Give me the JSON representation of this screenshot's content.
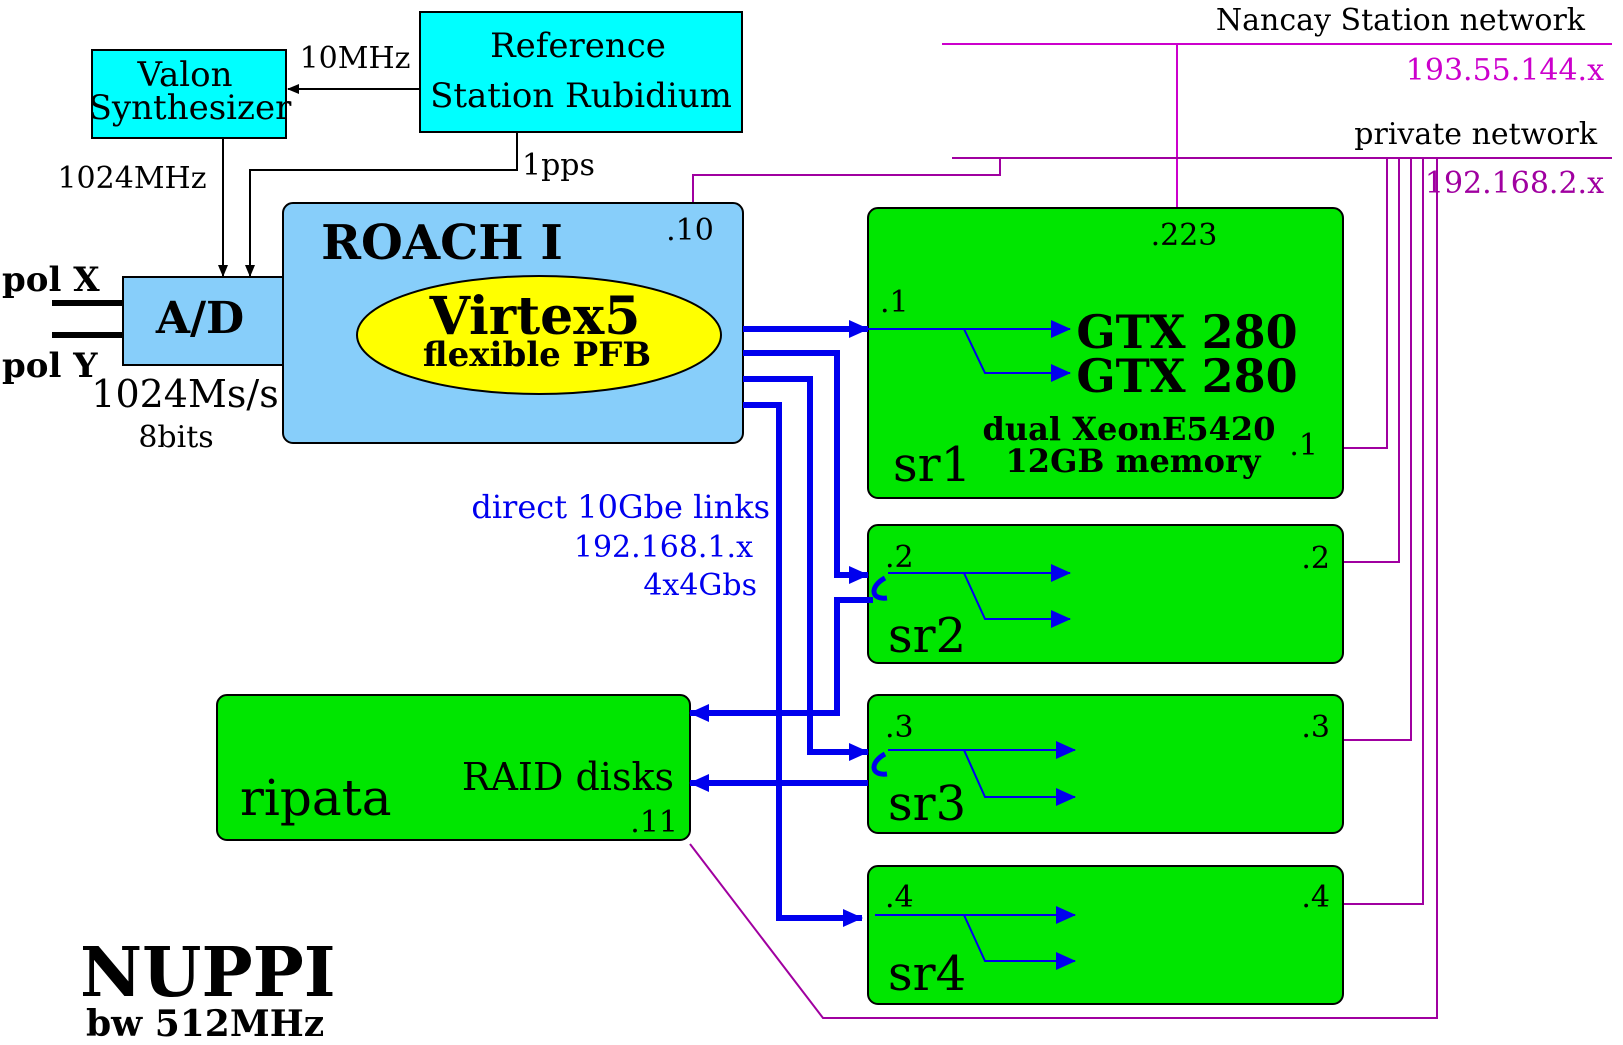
{
  "colors": {
    "cyan": "#00ffff",
    "lightblue": "#87cefa",
    "green": "#00e600",
    "yellow": "#ffff00",
    "blue_link": "#0000ee",
    "station_net": "#cc00cc",
    "private_net": "#a000a0"
  },
  "reference": {
    "line1": "Reference",
    "line2": "Station Rubidium"
  },
  "valon": {
    "line1": "Valon",
    "line2": "Synthesizer"
  },
  "signals": {
    "ten_mhz": "10MHz",
    "pps": "1pps",
    "clock": "1024MHz"
  },
  "adc": {
    "label": "A/D",
    "rate": "1024Ms/s",
    "bits": "8bits"
  },
  "pols": {
    "x": "pol X",
    "y": "pol Y"
  },
  "roach": {
    "title": "ROACH I",
    "addr": ".10",
    "fpga": "Virtex5",
    "fpga_sub": "flexible PFB"
  },
  "networks": {
    "station_label": "Nancay Station network",
    "station_subnet": "193.55.144.x",
    "private_label": "private network",
    "private_subnet": "192.168.2.x"
  },
  "links": {
    "label": "direct 10Gbe links",
    "subnet": "192.168.1.x",
    "rate": "4x4Gbs"
  },
  "sr1": {
    "name": "sr1",
    "station_addr": ".223",
    "link_addr": ".1",
    "private_addr": ".1",
    "gpu1": "GTX 280",
    "gpu2": "GTX 280",
    "cpu": "dual XeonE5420",
    "mem": "12GB memory"
  },
  "sr2": {
    "name": "sr2",
    "link_addr": ".2",
    "private_addr": ".2"
  },
  "sr3": {
    "name": "sr3",
    "link_addr": ".3",
    "private_addr": ".3"
  },
  "sr4": {
    "name": "sr4",
    "link_addr": ".4",
    "private_addr": ".4"
  },
  "ripata": {
    "name": "ripata",
    "storage": "RAID disks",
    "addr": ".11"
  },
  "footer": {
    "title": "NUPPI",
    "bw": "bw 512MHz"
  }
}
